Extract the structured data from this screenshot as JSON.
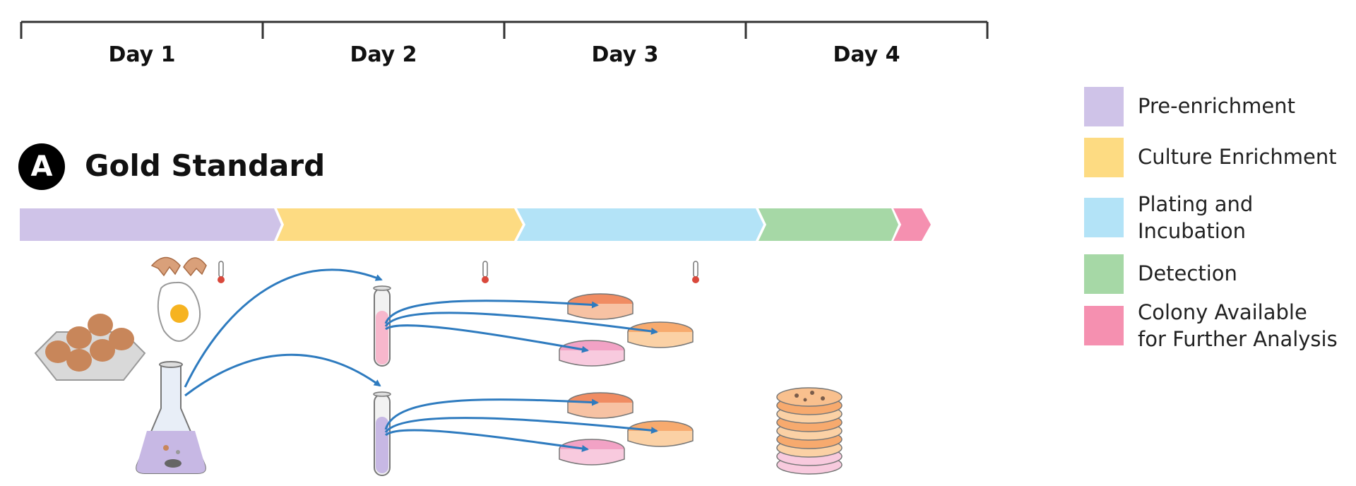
{
  "timeline": {
    "days": [
      "Day 1",
      "Day 2",
      "Day 3",
      "Day 4"
    ]
  },
  "section": {
    "badge": "A",
    "title": "Gold Standard"
  },
  "legend": {
    "items": [
      {
        "label": "Pre-enrichment",
        "color": "#cfc3e8"
      },
      {
        "label": "Culture Enrichment",
        "color": "#fddb82"
      },
      {
        "label": "Plating and\nIncubation",
        "color": "#b3e3f7"
      },
      {
        "label": "Detection",
        "color": "#a6d8a6"
      },
      {
        "label": "Colony Available\nfor Further Analysis",
        "color": "#f590b0"
      }
    ]
  },
  "colors": {
    "arrow": "#2e7bbf",
    "timeline": "#333333"
  }
}
